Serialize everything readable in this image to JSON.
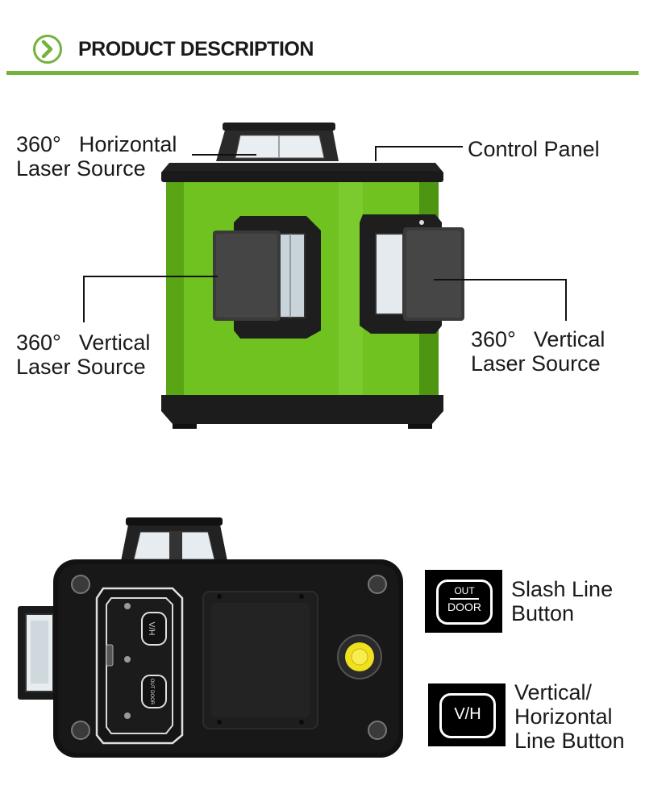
{
  "header": {
    "title": "PRODUCT DESCRIPTION",
    "icon": "chevron-right-circle-icon",
    "accent_color": "#74b23c"
  },
  "labels": {
    "horizontal_source": {
      "line1_a": "360°",
      "line1_b": "Horizontal",
      "line2": "Laser Source"
    },
    "control_panel": "Control Panel",
    "vertical_left": {
      "line1_a": "360°",
      "line1_b": "Vertical",
      "line2": "Laser Source"
    },
    "vertical_right": {
      "line1_a": "360°",
      "line1_b": "Vertical",
      "line2": "Laser Source"
    }
  },
  "buttons": {
    "slash": {
      "icon_top": "OUT",
      "icon_bottom": "DOOR",
      "line1": "Slash Line",
      "line2": "Button"
    },
    "vh": {
      "icon_text": "V/H",
      "line1": "Vertical/",
      "line2": "Horizontal",
      "line3": "Line Button"
    }
  },
  "device": {
    "body_color": "#6fc21f",
    "panel_color": "#111111",
    "knob_color": "#f0e020"
  }
}
